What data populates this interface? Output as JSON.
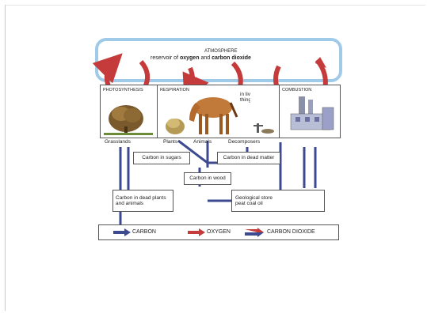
{
  "atmosphere": {
    "title": "ATMOSPHERE",
    "subtitle_prefix": "reservoir of",
    "oxygen": "oxygen",
    "and": "and",
    "carbon_dioxide": "carbon dioxide"
  },
  "processes": {
    "photosynthesis": "PHOTOSYNTHESIS",
    "respiration": "RESPIRATION",
    "in_living_things": "in living things",
    "combustion": "COMBUSTION"
  },
  "labels": {
    "grasslands": "Grasslands",
    "plants": "Plants",
    "animals": "Animals",
    "decomposers": "Decomposers"
  },
  "boxes": {
    "carbon_in_sugars": "Carbon in sugars",
    "carbon_in_dead_matter": "Carbon in dead matter",
    "carbon_in_wood": "Carbon in wood",
    "carbon_in_dead_plants_animals": "Carbon in dead plants and animals",
    "geological_store": "Geological store",
    "geological_items": "peat   coal   oil"
  },
  "legend": {
    "carbon": "CARBON",
    "oxygen": "OXYGEN",
    "carbon_dioxide": "CARBON DIOXIDE"
  },
  "colors": {
    "atmosphere_outline": "#9fcbe8",
    "carbon_arrow": "#3d4a8f",
    "oxygen_arrow": "#c53a3a",
    "co2_arrow_top": "#c53a3a",
    "co2_arrow_bottom": "#3d4a8f"
  }
}
